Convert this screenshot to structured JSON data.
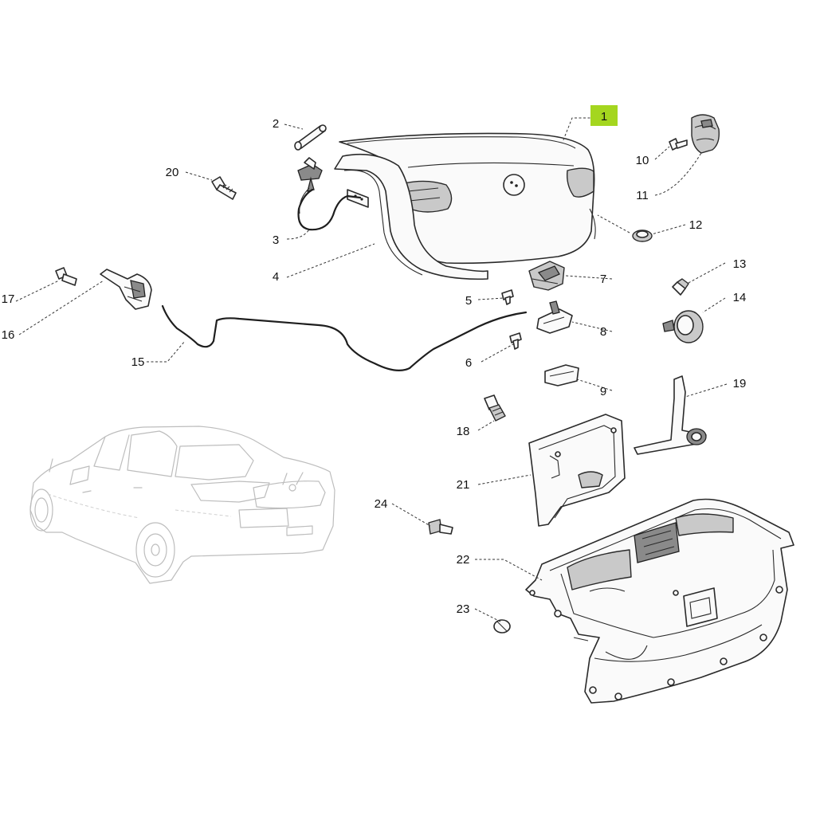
{
  "diagram": {
    "callouts": [
      {
        "id": "1",
        "label": "1",
        "highlighted": true,
        "highlight_color": "#a4d61f"
      },
      {
        "id": "2",
        "label": "2"
      },
      {
        "id": "3",
        "label": "3"
      },
      {
        "id": "4",
        "label": "4"
      },
      {
        "id": "5",
        "label": "5"
      },
      {
        "id": "6",
        "label": "6"
      },
      {
        "id": "7",
        "label": "7"
      },
      {
        "id": "8",
        "label": "8"
      },
      {
        "id": "9",
        "label": "9"
      },
      {
        "id": "10",
        "label": "10"
      },
      {
        "id": "11",
        "label": "11"
      },
      {
        "id": "12",
        "label": "12"
      },
      {
        "id": "13",
        "label": "13"
      },
      {
        "id": "14",
        "label": "14"
      },
      {
        "id": "15",
        "label": "15"
      },
      {
        "id": "16",
        "label": "16"
      },
      {
        "id": "17",
        "label": "17"
      },
      {
        "id": "18",
        "label": "18"
      },
      {
        "id": "19",
        "label": "19"
      },
      {
        "id": "20",
        "label": "20"
      },
      {
        "id": "21",
        "label": "21"
      },
      {
        "id": "22",
        "label": "22"
      },
      {
        "id": "23",
        "label": "23"
      },
      {
        "id": "24",
        "label": "24"
      }
    ],
    "colors": {
      "line": "#2a2a2a",
      "ghost_car": "#bdbdbd",
      "highlight": "#a4d61f",
      "background": "#ffffff"
    }
  }
}
